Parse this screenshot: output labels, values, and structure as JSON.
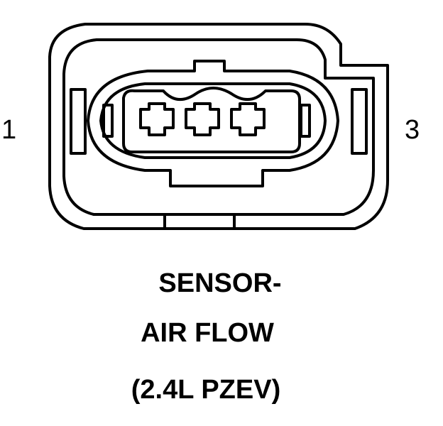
{
  "diagram": {
    "pins": [
      {
        "label": "1"
      },
      {
        "label": "3"
      }
    ],
    "caption": [
      "SENSOR-",
      "AIR FLOW",
      "(2.4L PZEV)"
    ],
    "colors": {
      "line": "#000000",
      "background": "#ffffff"
    }
  }
}
